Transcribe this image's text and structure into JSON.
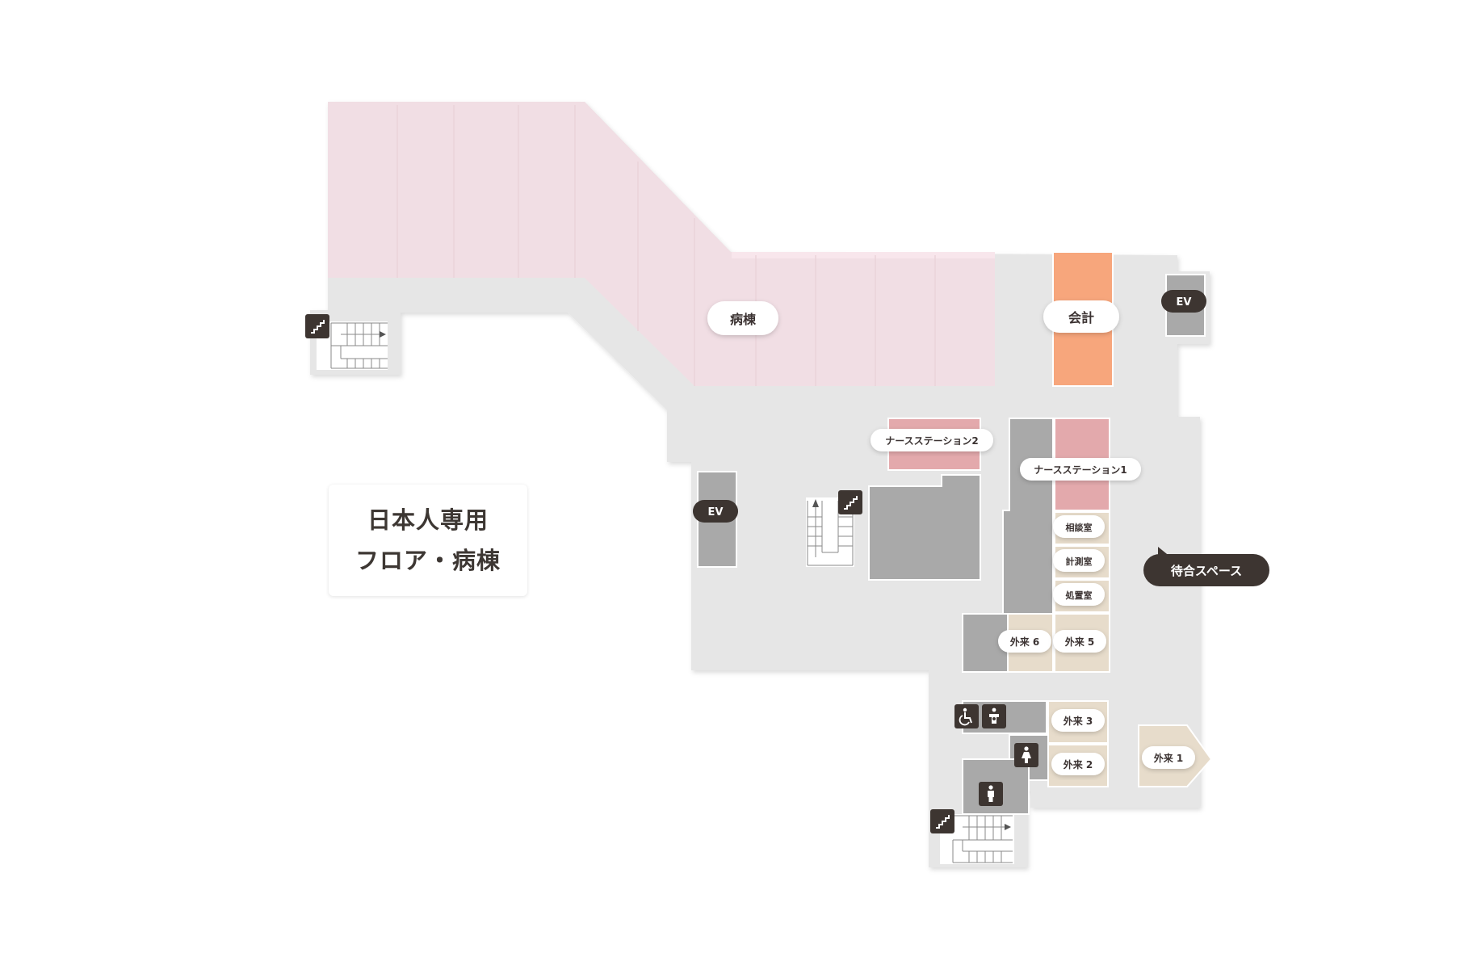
{
  "floor_title": {
    "line1": "日本人専用",
    "line2": "フロア・病棟"
  },
  "colors": {
    "floor": "#e6e6e6",
    "ward_pink": "#f1dee4",
    "nurse_station": "#e3a9ac",
    "cashier_orange": "#f7a67c",
    "outpatient_beige": "#e7dccb",
    "core_gray": "#a9a9a9",
    "label_dark": "#3d3531",
    "label_light": "#ffffff"
  },
  "rooms": {
    "ward": "病棟",
    "cashier": "会計",
    "ev_top": "EV",
    "ev_mid": "EV",
    "nurse_station_2": "ナースステーション2",
    "nurse_station_1": "ナースステーション1",
    "consultation": "相談室",
    "measurement": "計測室",
    "treatment": "処置室",
    "waiting_space": "待合スペース",
    "outpatient_6": "外来 6",
    "outpatient_5": "外来 5",
    "outpatient_3": "外来 3",
    "outpatient_2": "外来 2",
    "outpatient_1": "外来 1"
  },
  "icons": {
    "stairs": "stairs-icon",
    "wheelchair": "wheelchair-restroom-icon",
    "baby": "baby-care-icon",
    "female": "female-restroom-icon",
    "male": "male-restroom-icon"
  }
}
